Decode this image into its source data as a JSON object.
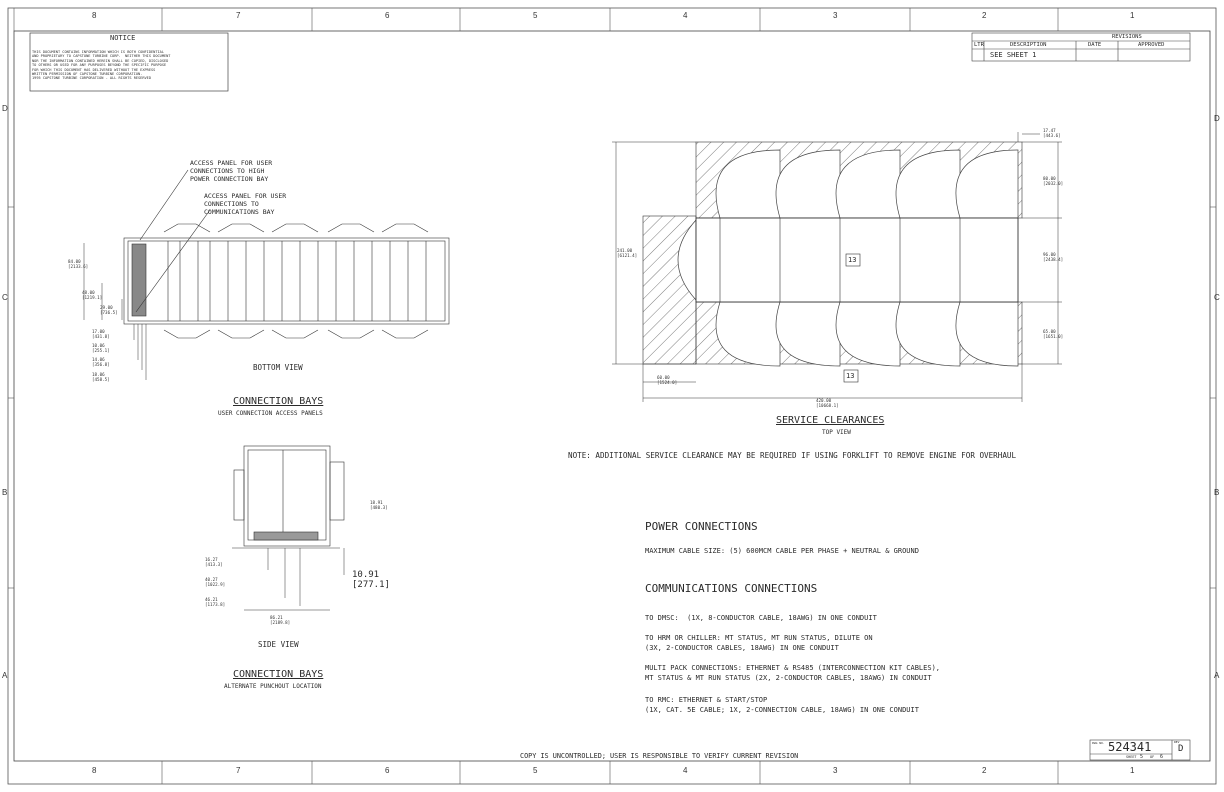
{
  "notice": {
    "title": "NOTICE",
    "body": "THIS DOCUMENT CONTAINS INFORMATION WHICH IS BOTH CONFIDENTIAL\nAND PROPRIETARY TO CAPSTONE TURBINE CORP.  NEITHER THIS DOCUMENT\nNOR THE INFORMATION CONTAINED HEREIN SHALL BE COPIED, DISCLOSED\nTO OTHERS OR USED FOR ANY PURPOSES BEYOND THE SPECIFIC PURPOSE\nFOR WHICH THIS DOCUMENT HAS DELIVERED WITHOUT THE EXPRESS\nWRITTEN PERMISSION OF CAPSTONE TURBINE CORPORATION.\n1995 CAPSTONE TURBINE CORPORATION - ALL RIGHTS RESERVED"
  },
  "revisions": {
    "title": "REVISIONS",
    "headers": [
      "LTR",
      "DESCRIPTION",
      "DATE",
      "APPROVED"
    ],
    "row": [
      "",
      "SEE SHEET 1",
      "",
      ""
    ]
  },
  "zones": {
    "columns": [
      "8",
      "7",
      "6",
      "5",
      "4",
      "3",
      "2",
      "1"
    ],
    "rows": [
      "D",
      "C",
      "B",
      "A"
    ]
  },
  "bottom_view": {
    "callout1": "ACCESS PANEL FOR USER\nCONNECTIONS TO HIGH\nPOWER CONNECTION BAY",
    "callout2": "ACCESS PANEL FOR USER\nCONNECTIONS TO\nCOMMUNICATIONS BAY",
    "view_label": "BOTTOM VIEW",
    "title": "CONNECTION BAYS",
    "subtitle": "USER CONNECTION ACCESS PANELS",
    "dims": {
      "d1": "84.00\n[2133.6]",
      "d2": "48.00\n[1219.1]",
      "d3": "29.00\n[736.5]",
      "d4": "17.00\n[431.8]",
      "d5": "10.06\n[255.1]",
      "d6": "14.06\n[356.8]",
      "d7": "18.06\n[458.5]"
    }
  },
  "side_view": {
    "view_label": "SIDE VIEW",
    "title": "CONNECTION BAYS",
    "subtitle": "ALTERNATE PUNCHOUT LOCATION",
    "dims": {
      "d1": "18.91\n[480.3]",
      "d2": "16.27\n[413.3]",
      "d3": "40.27\n[1022.9]",
      "d4": "46.21\n[1173.8]",
      "d5": "10.91\n[277.1]",
      "d6": "86.21\n[2189.8]"
    }
  },
  "service": {
    "title": "SERVICE CLEARANCES",
    "subtitle": "TOP VIEW",
    "box_label": "13",
    "dims": {
      "d1": "17.47\n[443.6]",
      "d2": "80.00\n[2032.0]",
      "d3": "241.00\n[6121.4]",
      "d4": "96.00\n[2438.4]",
      "d5": "65.00\n[1651.0]",
      "d6": "60.00\n[1524.0]",
      "d7": "420.00\n[10668.1]"
    },
    "note": "NOTE: ADDITIONAL SERVICE CLEARANCE MAY BE REQUIRED IF USING FORKLIFT TO REMOVE ENGINE FOR OVERHAUL"
  },
  "power": {
    "title": "POWER CONNECTIONS",
    "text": "MAXIMUM CABLE SIZE: (5) 600MCM CABLE PER PHASE + NEUTRAL & GROUND"
  },
  "comms": {
    "title": "COMMUNICATIONS CONNECTIONS",
    "items": [
      "TO DMSC:  (1X, 8-CONDUCTOR CABLE, 18AWG) IN ONE CONDUIT",
      "TO HRM OR CHILLER: MT STATUS, MT RUN STATUS, DILUTE ON\n(3X, 2-CONDUCTOR CABLES, 18AWG) IN ONE CONDUIT",
      "MULTI PACK CONNECTIONS: ETHERNET & RS485 (INTERCONNECTION KIT CABLES),\nMT STATUS & MT RUN STATUS (2X, 2-CONDUCTOR CABLES, 18AWG) IN CONDUIT",
      "TO RMC: ETHERNET & START/STOP\n(1X, CAT. 5E CABLE; 1X, 2-CONNECTION CABLE, 18AWG) IN ONE CONDUIT"
    ]
  },
  "footer": {
    "copy_note": "COPY IS UNCONTROLLED; USER IS RESPONSIBLE TO VERIFY CURRENT REVISION"
  },
  "title_block": {
    "dwg_label": "DWG NO.",
    "dwg_no": "524341",
    "rev_label": "REV",
    "rev": "D",
    "sheet_label": "SHEET",
    "sheet": "5",
    "of_label": "OF",
    "of": "6"
  }
}
